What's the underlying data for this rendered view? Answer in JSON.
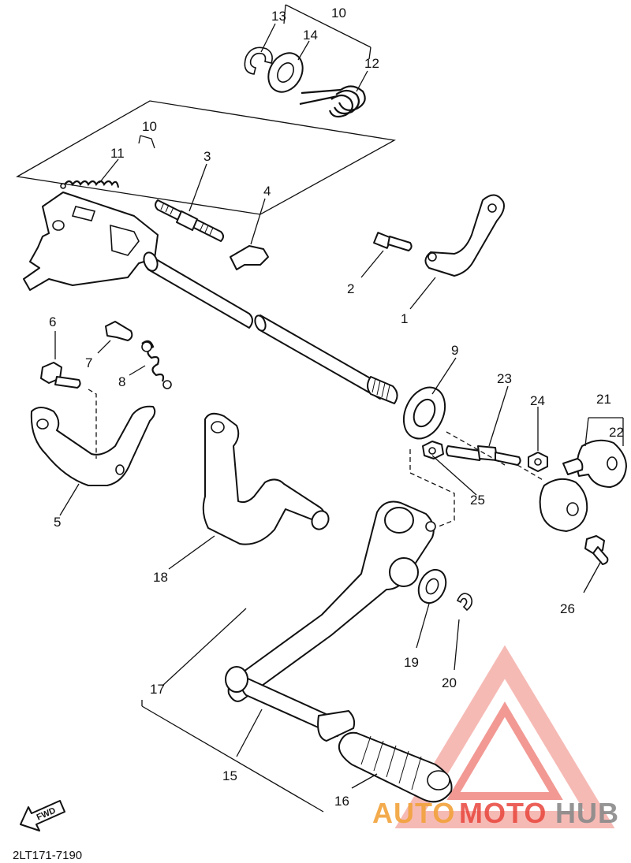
{
  "diagram_code": "2LT171-7190",
  "fwd_label": "FWD",
  "watermark": {
    "auto": "AUTO",
    "moto": "MOTO",
    "hub": "HUB",
    "color_red": "#e8453c",
    "color_pink": "#f3a39c",
    "color_gray": "#8a8a8a",
    "color_orange": "#f2a23a"
  },
  "parts": {
    "p1": "1",
    "p2": "2",
    "p3": "3",
    "p4": "4",
    "p5": "5",
    "p6": "6",
    "p7": "7",
    "p8": "8",
    "p9": "9",
    "p10a": "10",
    "p10b": "10",
    "p11": "11",
    "p12": "12",
    "p13": "13",
    "p14": "14",
    "p15": "15",
    "p16": "16",
    "p17": "17",
    "p18": "18",
    "p19": "19",
    "p20": "20",
    "p21": "21",
    "p22": "22",
    "p23": "23",
    "p24": "24",
    "p25": "25",
    "p26": "26"
  }
}
